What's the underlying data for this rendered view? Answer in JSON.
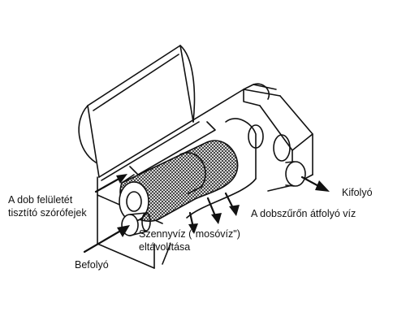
{
  "labels": {
    "spray_line1": "A dob felületét",
    "spray_line2": "tisztító szórófejek",
    "inlet": "Befolyó",
    "waste_line1": "Szennyvíz (\"mosóvíz\")",
    "waste_line2": "eltávolítása",
    "through_drum": "A dobszűrőn átfolyó víz",
    "outlet": "Kifolyó"
  },
  "icons": [
    "inlet-arrow-icon",
    "outlet-arrow-icon",
    "spray-arrow-icon",
    "water-flow-arrow-icon",
    "waste-arrow-icon"
  ],
  "colors": {
    "line": "#111111",
    "background": "#ffffff",
    "mesh": "#222222"
  }
}
